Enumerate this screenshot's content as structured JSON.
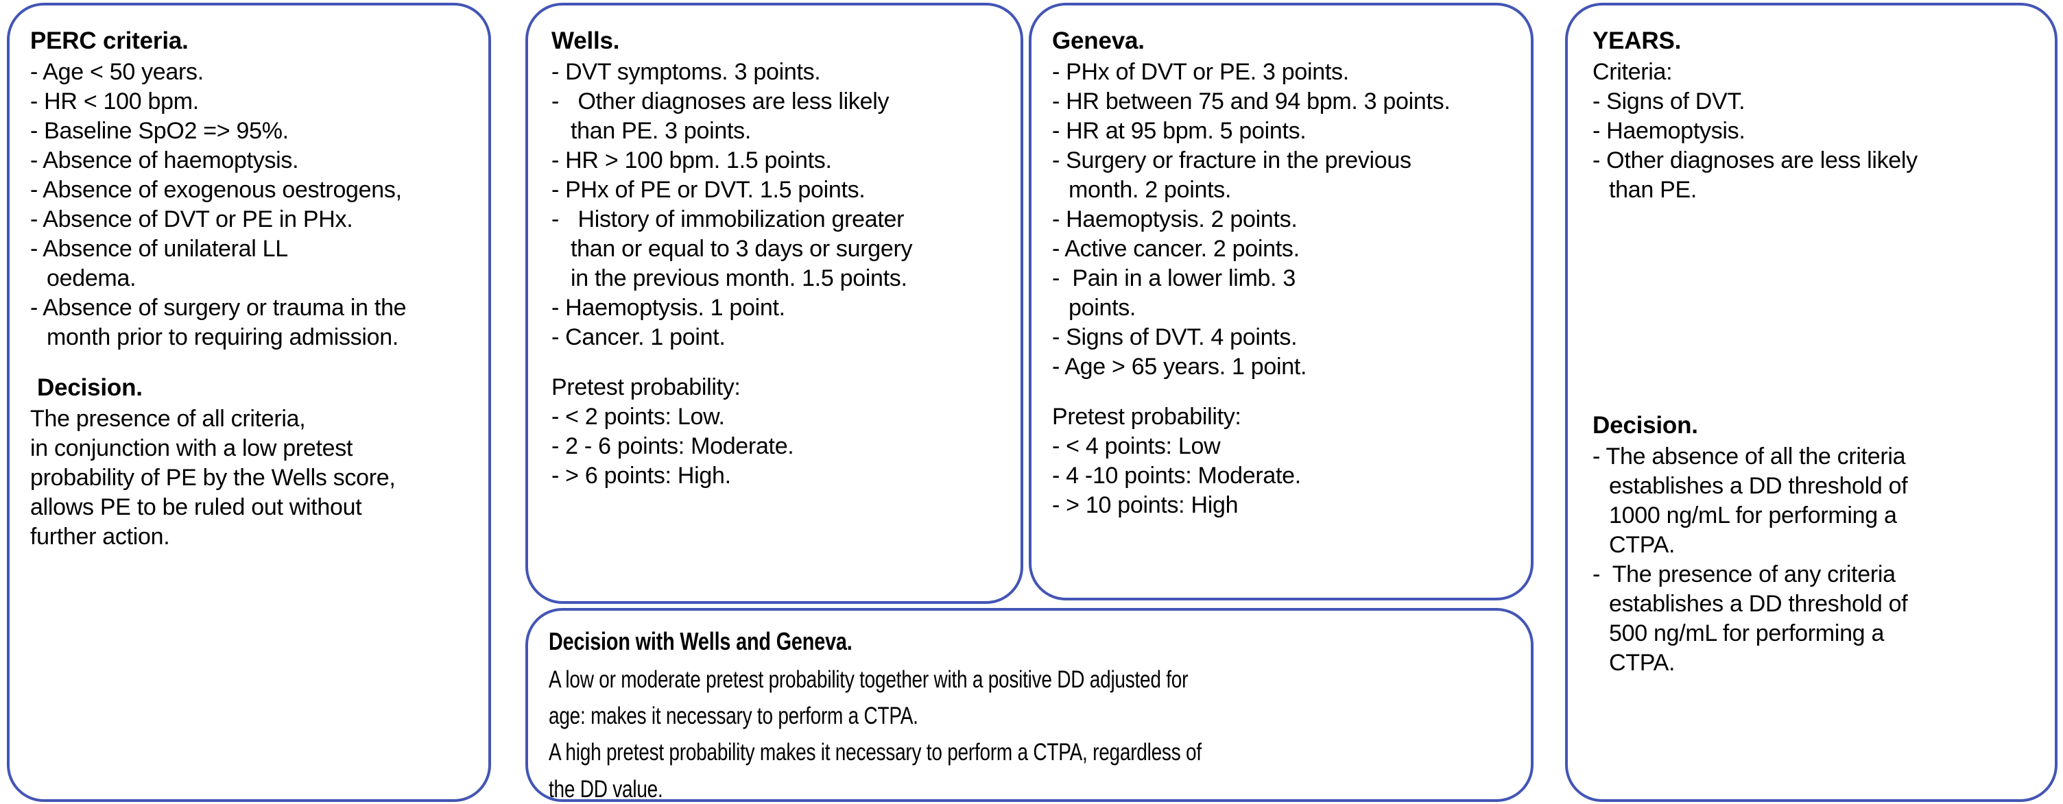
{
  "theme": {
    "border_color": "#4355b5",
    "text_color": "#000000",
    "background": "#ffffff"
  },
  "cards": {
    "perc": {
      "title": "PERC criteria.",
      "criteria": [
        "- Age < 50 years.",
        "- HR < 100 bpm.",
        "- Baseline SpO2 => 95%.",
        "- Absence of haemoptysis.",
        "- Absence of exogenous oestrogens,",
        "- Absence of DVT or PE in PHx.",
        "- Absence of unilateral LL",
        "oedema.",
        "- Absence of surgery or trauma in the",
        "month prior to requiring admission."
      ],
      "decision_title": "Decision.",
      "decision_lines": [
        "The presence of all criteria,",
        "in conjunction with a low pretest",
        "probability of PE by the Wells score,",
        "allows PE to be ruled out without",
        "further action."
      ]
    },
    "wells": {
      "title": "Wells.",
      "criteria": [
        "- DVT symptoms. 3 points.",
        "-   Other diagnoses are less likely",
        "than PE. 3 points.",
        "- HR > 100 bpm. 1.5 points.",
        "- PHx of PE or DVT. 1.5 points.",
        "-   History of immobilization greater",
        "than or equal to 3 days or surgery",
        "in the previous month. 1.5 points.",
        "- Haemoptysis. 1 point.",
        "- Cancer. 1 point."
      ],
      "pretest_title": "Pretest probability:",
      "pretest_lines": [
        "- < 2 points: Low.",
        "- 2 - 6 points: Moderate.",
        "- > 6 points: High."
      ]
    },
    "geneva": {
      "title": "Geneva.",
      "criteria": [
        "- PHx of DVT or PE. 3 points.",
        "- HR between 75 and 94 bpm. 3 points.",
        "- HR at 95 bpm. 5 points.",
        "- Surgery or fracture in the previous",
        "month. 2 points.",
        "- Haemoptysis. 2 points.",
        "- Active cancer. 2 points.",
        "-  Pain in a lower limb. 3",
        "points.",
        "- Signs of DVT. 4 points.",
        "- Age > 65 years. 1 point."
      ],
      "pretest_title": "Pretest probability:",
      "pretest_lines": [
        "- < 4 points: Low",
        "- 4 -10 points: Moderate.",
        "- > 10 points: High"
      ]
    },
    "years": {
      "title": "YEARS.",
      "criteria_label": "Criteria:",
      "criteria": [
        "- Signs of DVT.",
        "- Haemoptysis.",
        "- Other diagnoses are less likely",
        "than PE."
      ],
      "decision_title": "Decision.",
      "decision_lines": [
        "- The absence of all the criteria",
        "establishes a DD threshold of",
        "1000 ng/mL for performing a",
        "CTPA.",
        "-  The presence of any criteria",
        "establishes a DD threshold of",
        "500 ng/mL for performing a",
        "CTPA."
      ]
    },
    "decision_combined": {
      "title": "Decision with Wells and Geneva.",
      "lines": [
        "A low or moderate pretest probability together with a positive DD adjusted for",
        "age: makes it necessary to perform a CTPA.",
        "A high pretest probability makes it necessary to perform a CTPA, regardless of",
        "the DD value."
      ]
    }
  }
}
